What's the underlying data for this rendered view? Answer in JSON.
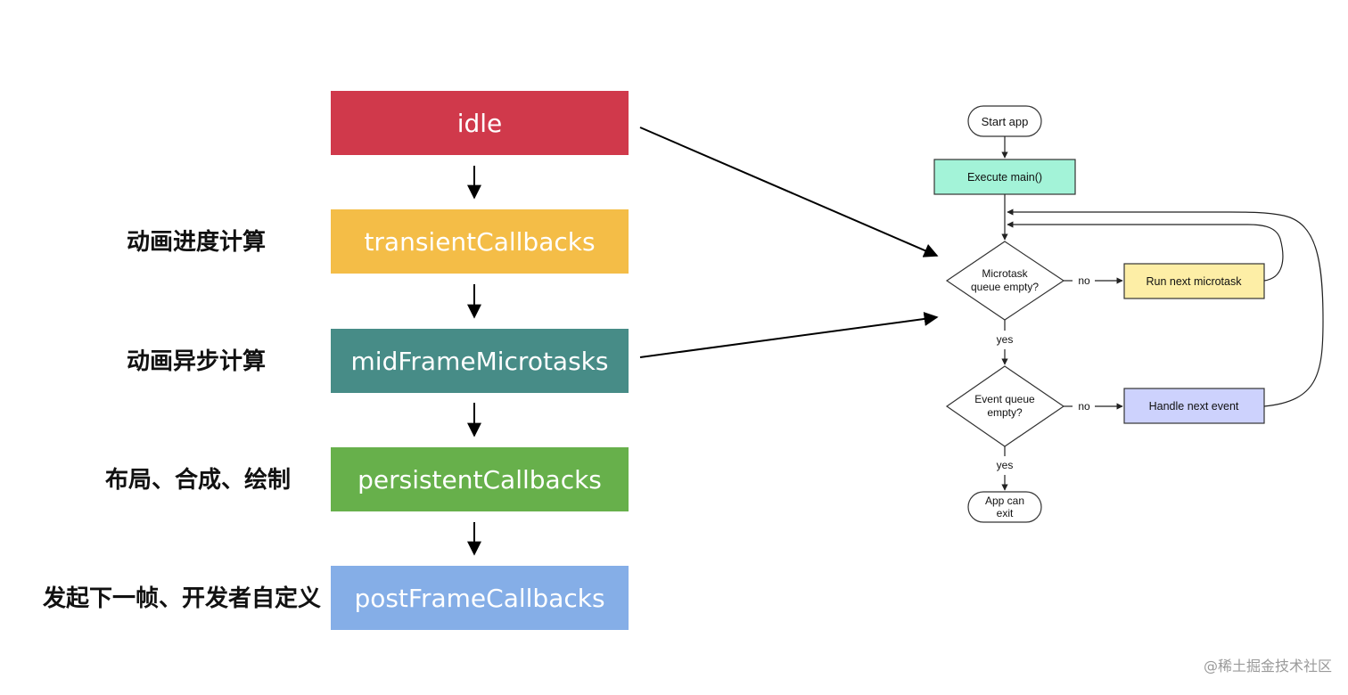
{
  "phases": [
    {
      "name": "idle",
      "color": "#d0394b"
    },
    {
      "name": "transientCallbacks",
      "color": "#f4bd47"
    },
    {
      "name": "midFrameMicrotasks",
      "color": "#478c87"
    },
    {
      "name": "persistentCallbacks",
      "color": "#67b04b"
    },
    {
      "name": "postFrameCallbacks",
      "color": "#85aee7"
    }
  ],
  "labels": {
    "transient": "动画进度计算",
    "midframe": "动画异步计算",
    "persistent": "布局、合成、绘制",
    "postframe": "发起下一帧、开发者自定义"
  },
  "flowchart": {
    "start": "Start app",
    "execute": "Execute main()",
    "microtask_q1": "Microtask",
    "microtask_q2": "queue empty?",
    "run_microtask": "Run next microtask",
    "event_q1": "Event queue",
    "event_q2": "empty?",
    "handle_event": "Handle next event",
    "exit1": "App can",
    "exit2": "exit",
    "no": "no",
    "yes": "yes",
    "colors": {
      "execute": "#a3f3d8",
      "run_microtask": "#fdeea6",
      "handle_event": "#cdd2fd"
    }
  },
  "watermark": "@稀土掘金技术社区"
}
